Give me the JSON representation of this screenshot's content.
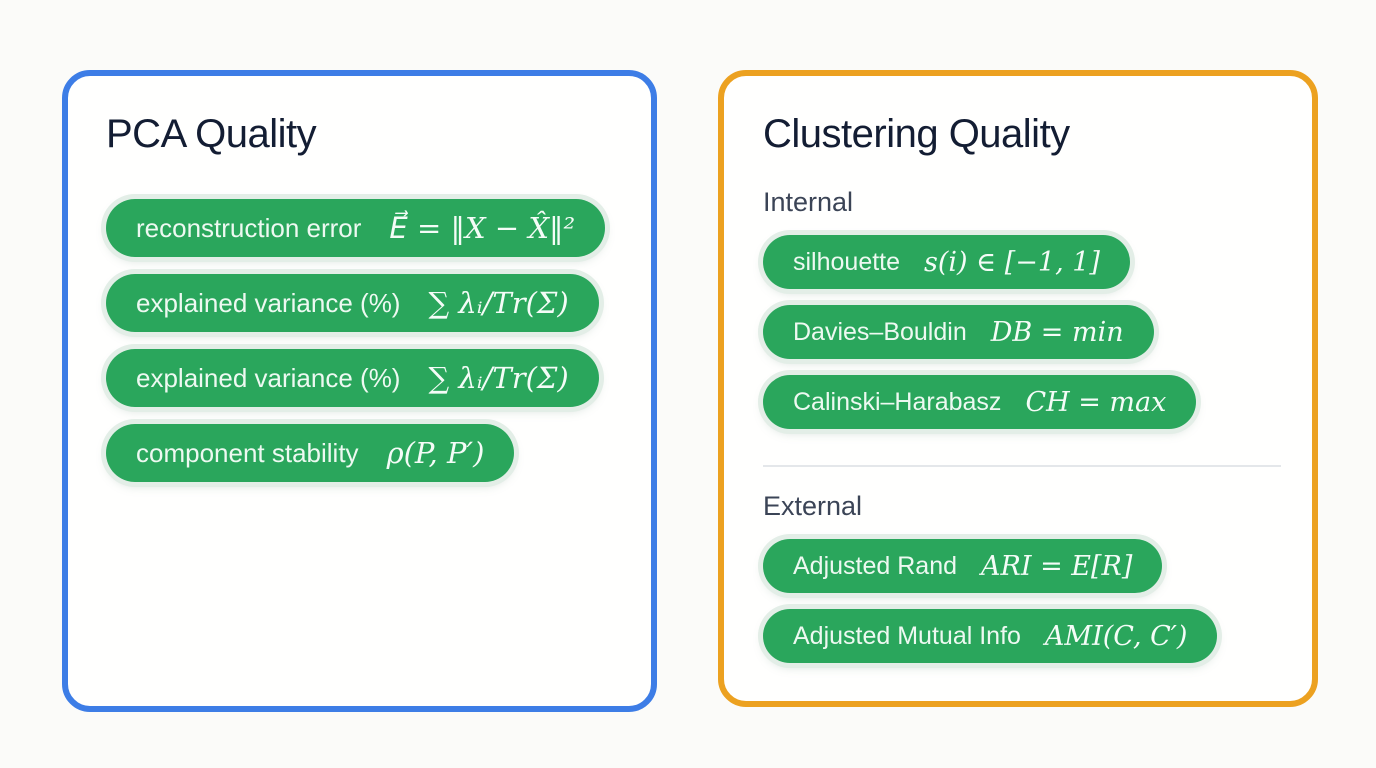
{
  "colors": {
    "pca_accent": "#3d7de6",
    "clustering_accent": "#eca120",
    "badge_green": "#2aa65c",
    "title_text": "#131d33",
    "canvas_background": "#fbfbf9"
  },
  "panels": {
    "pca": {
      "title": "PCA Quality",
      "metrics": [
        {
          "label": "reconstruction error",
          "formula": "E⃗ = ‖X − X̂‖²"
        },
        {
          "label": "explained variance (%)",
          "formula": "∑ λᵢ/Tr(Σ)"
        },
        {
          "label": "explained variance (%)",
          "formula": "∑ λᵢ/Tr(Σ)"
        },
        {
          "label": "component stability",
          "formula": "ρ(P, P′)"
        }
      ]
    },
    "clustering": {
      "title": "Clustering Quality",
      "sections": [
        {
          "heading": "Internal",
          "metrics": [
            {
              "label": "silhouette",
              "formula": "s(i) ∈ [−1, 1]"
            },
            {
              "label": "Davies–Bouldin",
              "formula": "DB = min"
            },
            {
              "label": "Calinski–Harabasz",
              "formula": "CH = max"
            }
          ]
        },
        {
          "heading": "External",
          "metrics": [
            {
              "label": "Adjusted Rand",
              "formula": "ARI = E[R]"
            },
            {
              "label": "Adjusted Mutual Info",
              "formula": "AMI(C, C′)"
            }
          ]
        }
      ]
    }
  }
}
